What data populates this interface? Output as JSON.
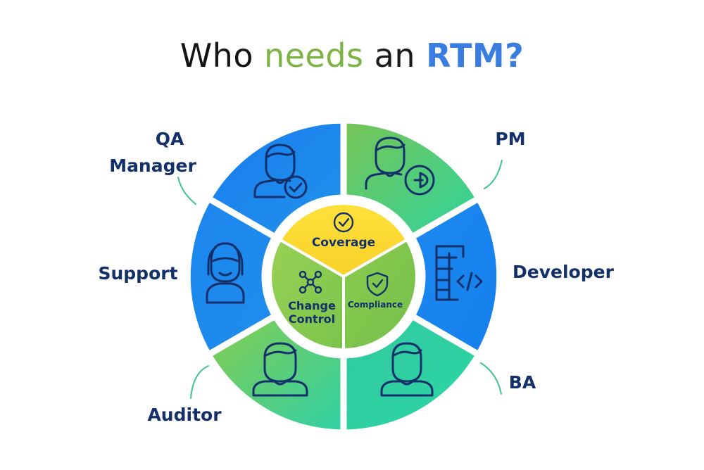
{
  "title": {
    "word1": "Who",
    "word2": "needs",
    "word3": "an",
    "word4": "RTM?"
  },
  "roles": {
    "qa_manager": {
      "line1": "QA",
      "line2": "Manager",
      "icon": "person-check-icon"
    },
    "pm": {
      "label": "PM",
      "icon": "person-gauge-icon"
    },
    "developer": {
      "label": "Developer",
      "icon": "code-document-icon"
    },
    "support": {
      "label": "Support",
      "icon": "headset-person-icon"
    },
    "auditor": {
      "label": "Auditor",
      "icon": "person-icon"
    },
    "ba": {
      "label": "BA",
      "icon": "person-icon"
    }
  },
  "center": {
    "coverage": {
      "label": "Coverage",
      "icon": "check-circle-icon"
    },
    "change_control": {
      "line1": "Change",
      "line2": "Control",
      "icon": "network-nodes-icon"
    },
    "compliance": {
      "label": "Compliance",
      "icon": "shield-check-icon"
    }
  },
  "colors": {
    "blue": "#1f86ef",
    "green": "#7cc95a",
    "teal": "#2fd39a",
    "yellow": "#fdd835",
    "center_green": "#8bc34a",
    "navy": "#13306a"
  }
}
